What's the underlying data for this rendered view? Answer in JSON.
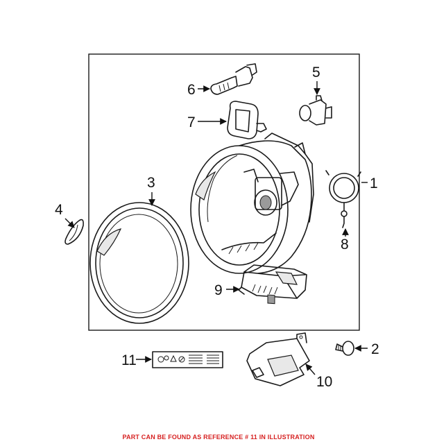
{
  "callouts": {
    "c1": "1",
    "c2": "2",
    "c3": "3",
    "c4": "4",
    "c5": "5",
    "c6": "6",
    "c7": "7",
    "c8": "8",
    "c9": "9",
    "c10": "10",
    "c11": "11"
  },
  "footnote": "PART CAN BE FOUND AS REFERENCE # 11 IN ILLUSTRATION",
  "colors": {
    "footnote": "#d62020",
    "line": "#1a1a1a"
  }
}
